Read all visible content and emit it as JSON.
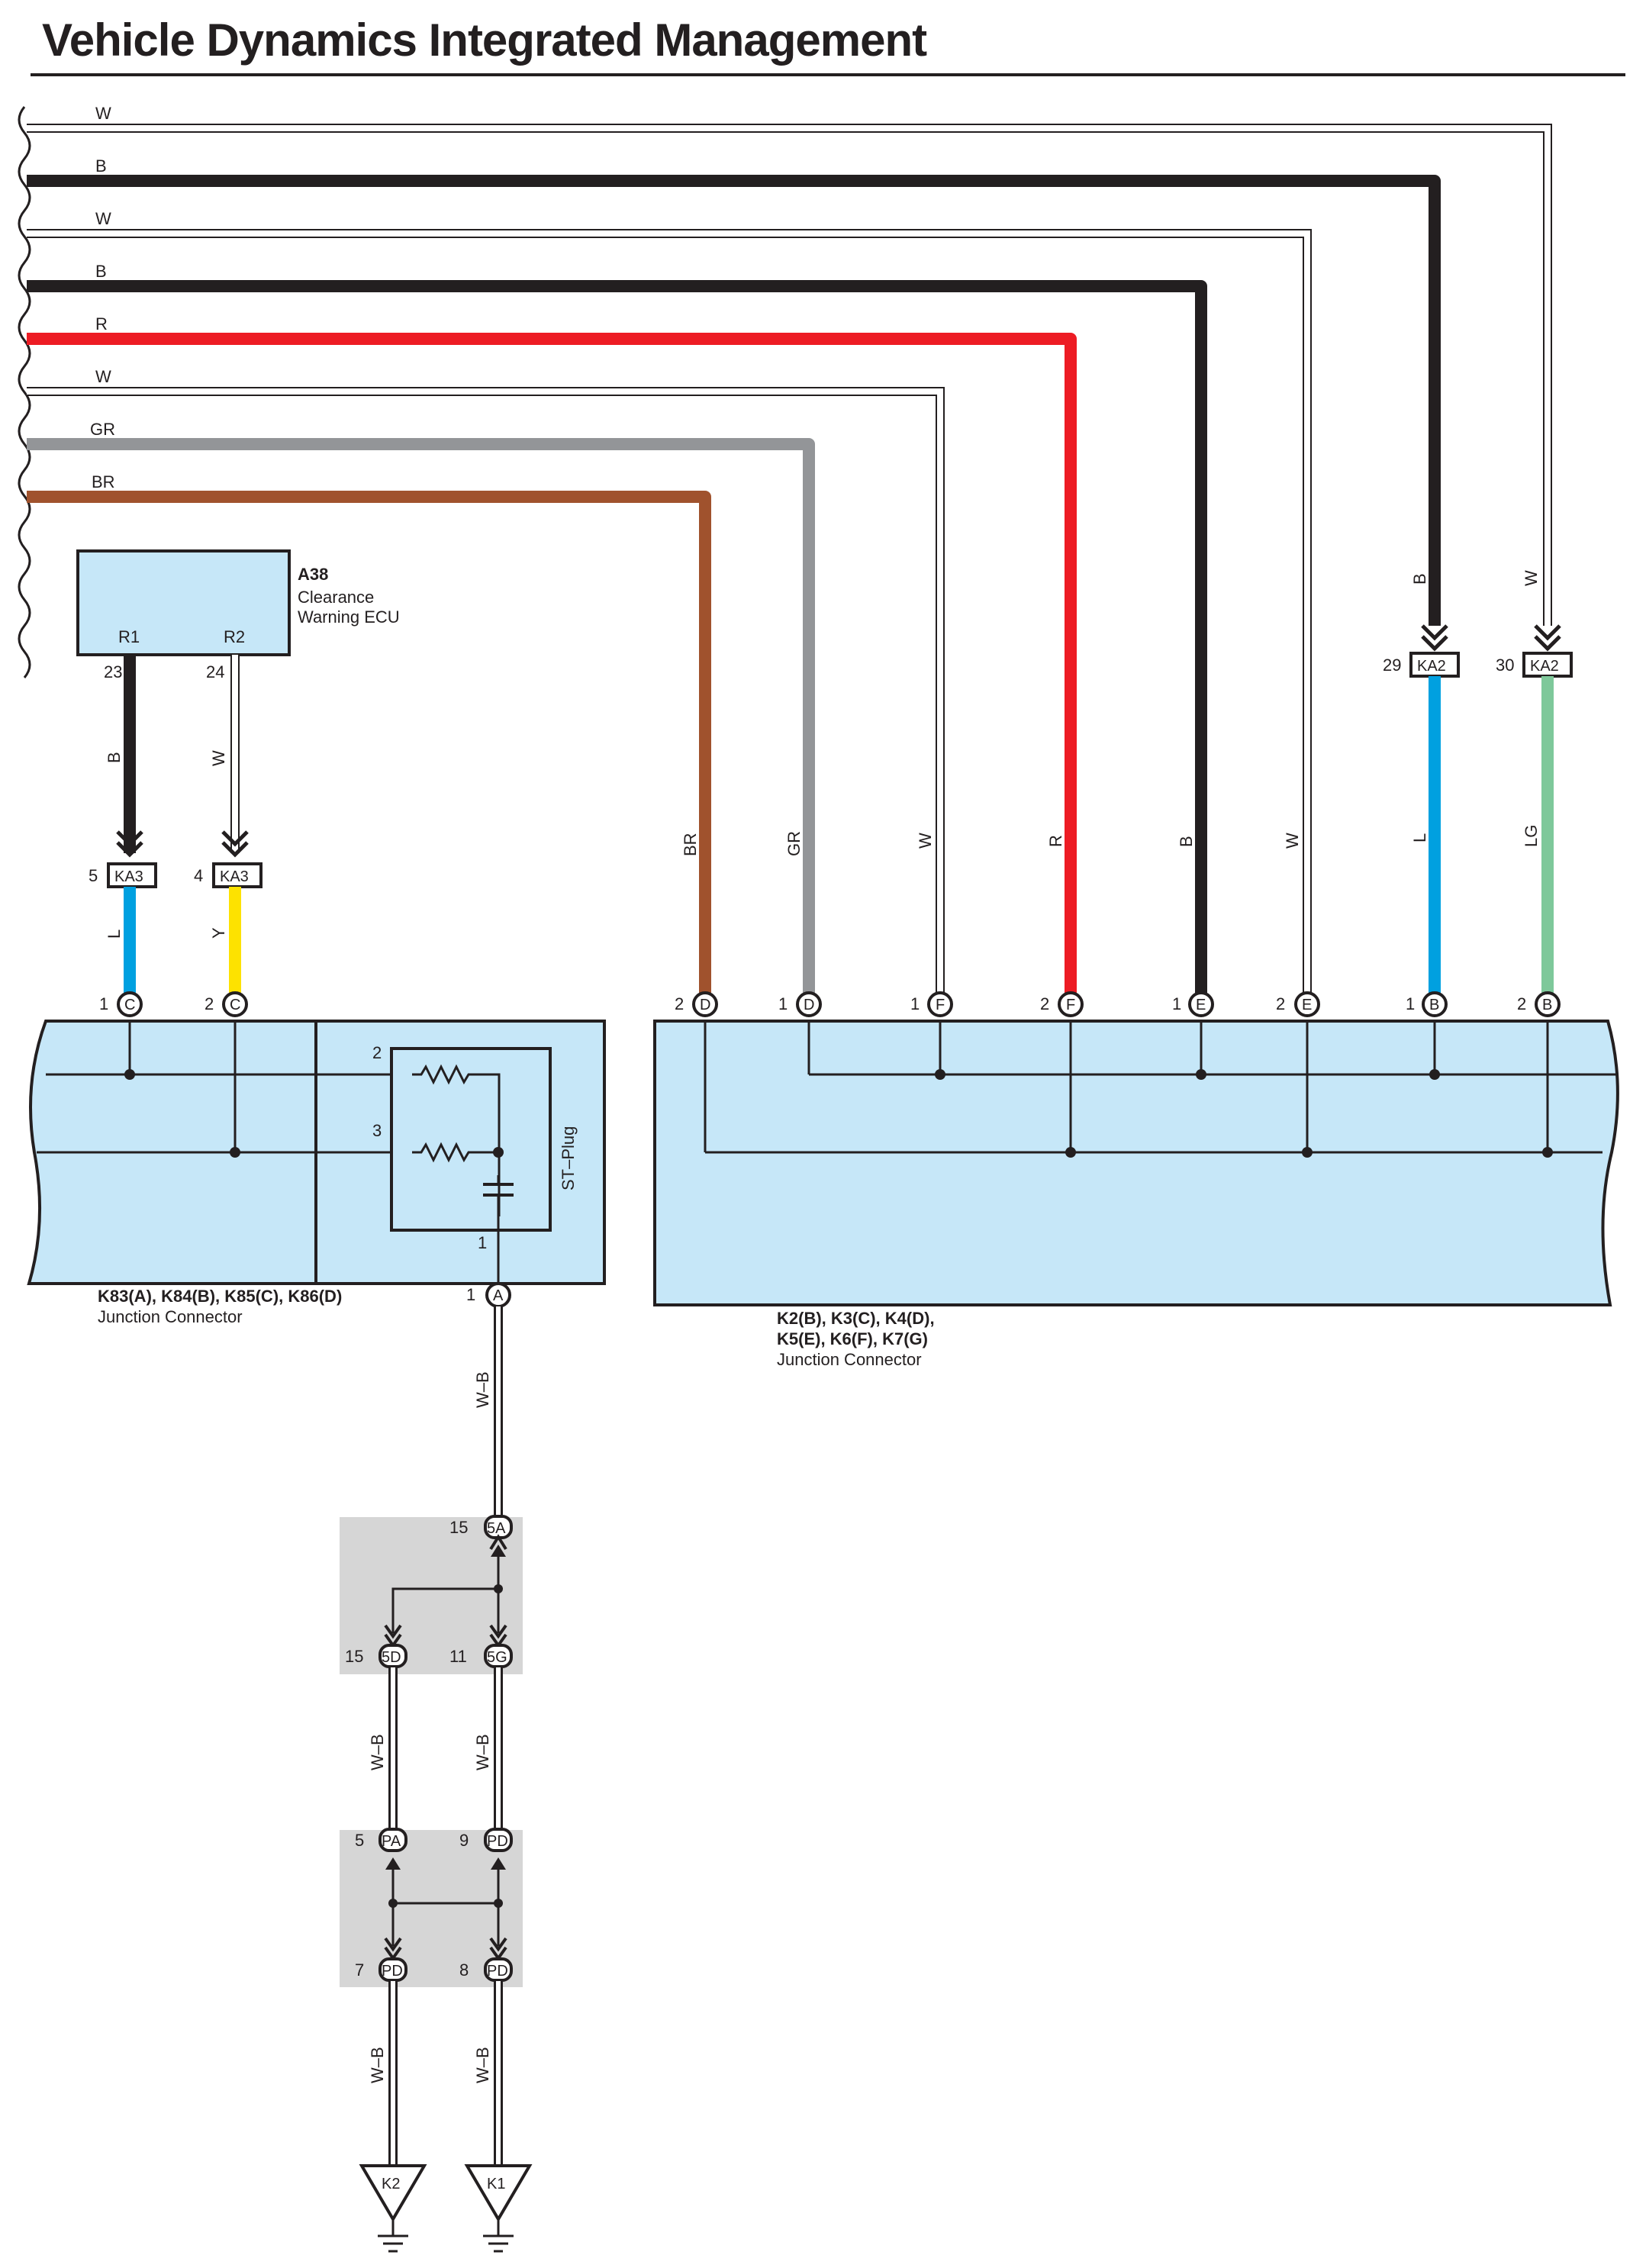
{
  "title": "Vehicle Dynamics Integrated Management",
  "colors": {
    "W": "#ffffff",
    "B": "#231f20",
    "R": "#ed1c24",
    "GR": "#939598",
    "BR": "#a0522d",
    "L": "#00a0e0",
    "Y": "#fde200",
    "LG": "#7ec89a",
    "connector_fill": "#c6e7f8",
    "splice_fill": "#d6d6d6",
    "ink": "#231f20"
  },
  "top_wires": [
    {
      "color_code": "W"
    },
    {
      "color_code": "B"
    },
    {
      "color_code": "W"
    },
    {
      "color_code": "B"
    },
    {
      "color_code": "R"
    },
    {
      "color_code": "W"
    },
    {
      "color_code": "GR"
    },
    {
      "color_code": "BR"
    }
  ],
  "ecu": {
    "code": "A38",
    "name_line1": "Clearance",
    "name_line2": "Warning ECU",
    "pin1_label": "R1",
    "pin2_label": "R2",
    "pin1_number": "23",
    "pin2_number": "24",
    "wire1_color": "B",
    "wire2_color": "W"
  },
  "inline_connectors": {
    "ka3_a": {
      "pin": "5",
      "name": "KA3",
      "wire_out": "L"
    },
    "ka3_b": {
      "pin": "4",
      "name": "KA3",
      "wire_out": "Y"
    },
    "ka2_a": {
      "pin": "29",
      "name": "KA2",
      "wire_in": "B",
      "wire_out": "L"
    },
    "ka2_b": {
      "pin": "30",
      "name": "KA2",
      "wire_in": "W",
      "wire_out": "LG"
    }
  },
  "right_drop_labels": {
    "br": "BR",
    "gr": "GR",
    "w1": "W",
    "r": "R",
    "b": "B",
    "w2": "W"
  },
  "left_jc": {
    "pins": [
      {
        "num": "1",
        "letter": "C"
      },
      {
        "num": "2",
        "letter": "C"
      }
    ],
    "resistor_pins": [
      "2",
      "3"
    ],
    "st_plug_label": "ST–Plug",
    "internal_pin": "1",
    "bottom_pin": {
      "num": "1",
      "letter": "A"
    },
    "caption_line1": "K83(A), K84(B), K85(C), K86(D)",
    "caption_line2": "Junction Connector"
  },
  "right_jc": {
    "pins": [
      {
        "num": "2",
        "letter": "D"
      },
      {
        "num": "1",
        "letter": "D"
      },
      {
        "num": "1",
        "letter": "F"
      },
      {
        "num": "2",
        "letter": "F"
      },
      {
        "num": "1",
        "letter": "E"
      },
      {
        "num": "2",
        "letter": "E"
      },
      {
        "num": "1",
        "letter": "B"
      },
      {
        "num": "2",
        "letter": "B"
      }
    ],
    "caption_line1": "K2(B), K3(C), K4(D),",
    "caption_line2": "K5(E), K6(F), K7(G)",
    "caption_line3": "Junction Connector"
  },
  "ground_path": {
    "wire_label": "W–B",
    "splice1": {
      "top": {
        "num": "15",
        "name": "5A"
      },
      "bottom_left": {
        "num": "15",
        "name": "5D"
      },
      "bottom_right": {
        "num": "11",
        "name": "5G"
      }
    },
    "mid_labels": [
      "W–B",
      "W–B"
    ],
    "splice2": {
      "top_left": {
        "num": "5",
        "name": "PA"
      },
      "top_right": {
        "num": "9",
        "name": "PD"
      },
      "bottom_left": {
        "num": "7",
        "name": "PD"
      },
      "bottom_right": {
        "num": "8",
        "name": "PD"
      }
    },
    "low_labels": [
      "W–B",
      "W–B"
    ],
    "grounds": [
      "K2",
      "K1"
    ]
  }
}
